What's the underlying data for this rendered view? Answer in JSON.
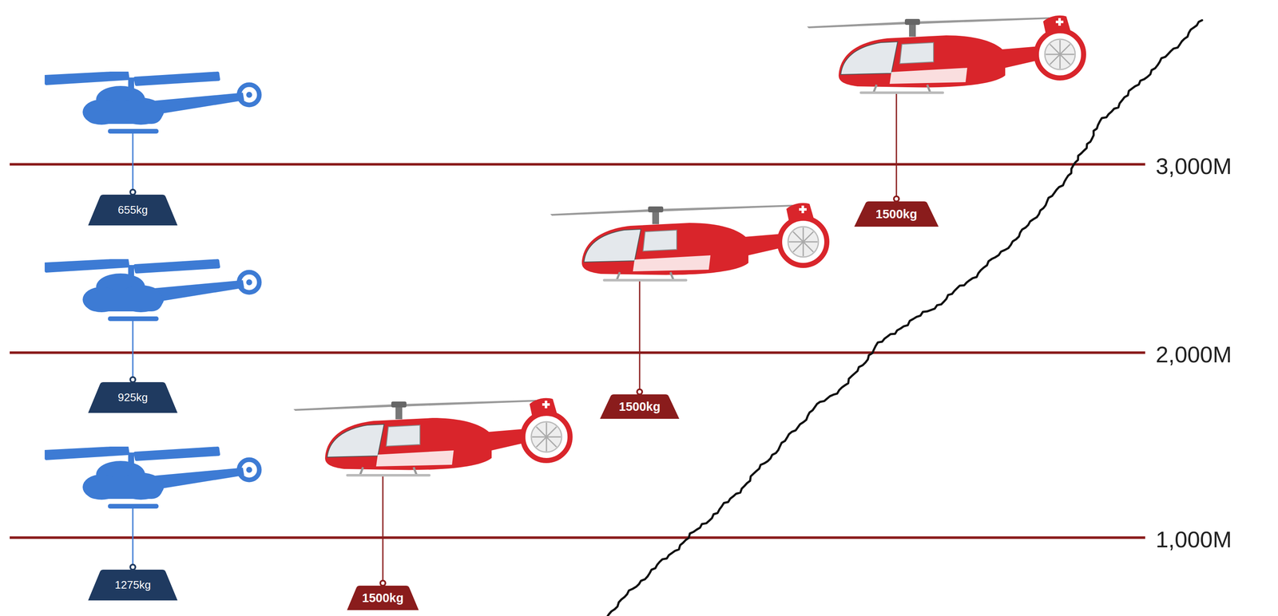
{
  "diagram": {
    "nodes": [
      {
        "text": [
          "655kg"
        ]
      },
      {
        "text": [
          "1500kg"
        ]
      },
      {
        "text": [
          "925kg"
        ]
      },
      {
        "text": [
          "1500kg"
        ]
      },
      {
        "text": [
          "1275kg"
        ]
      },
      {
        "text": [
          "1500kg"
        ]
      }
    ],
    "labels": [
      "3,000M",
      "2,000M",
      "1,000M"
    ]
  }
}
